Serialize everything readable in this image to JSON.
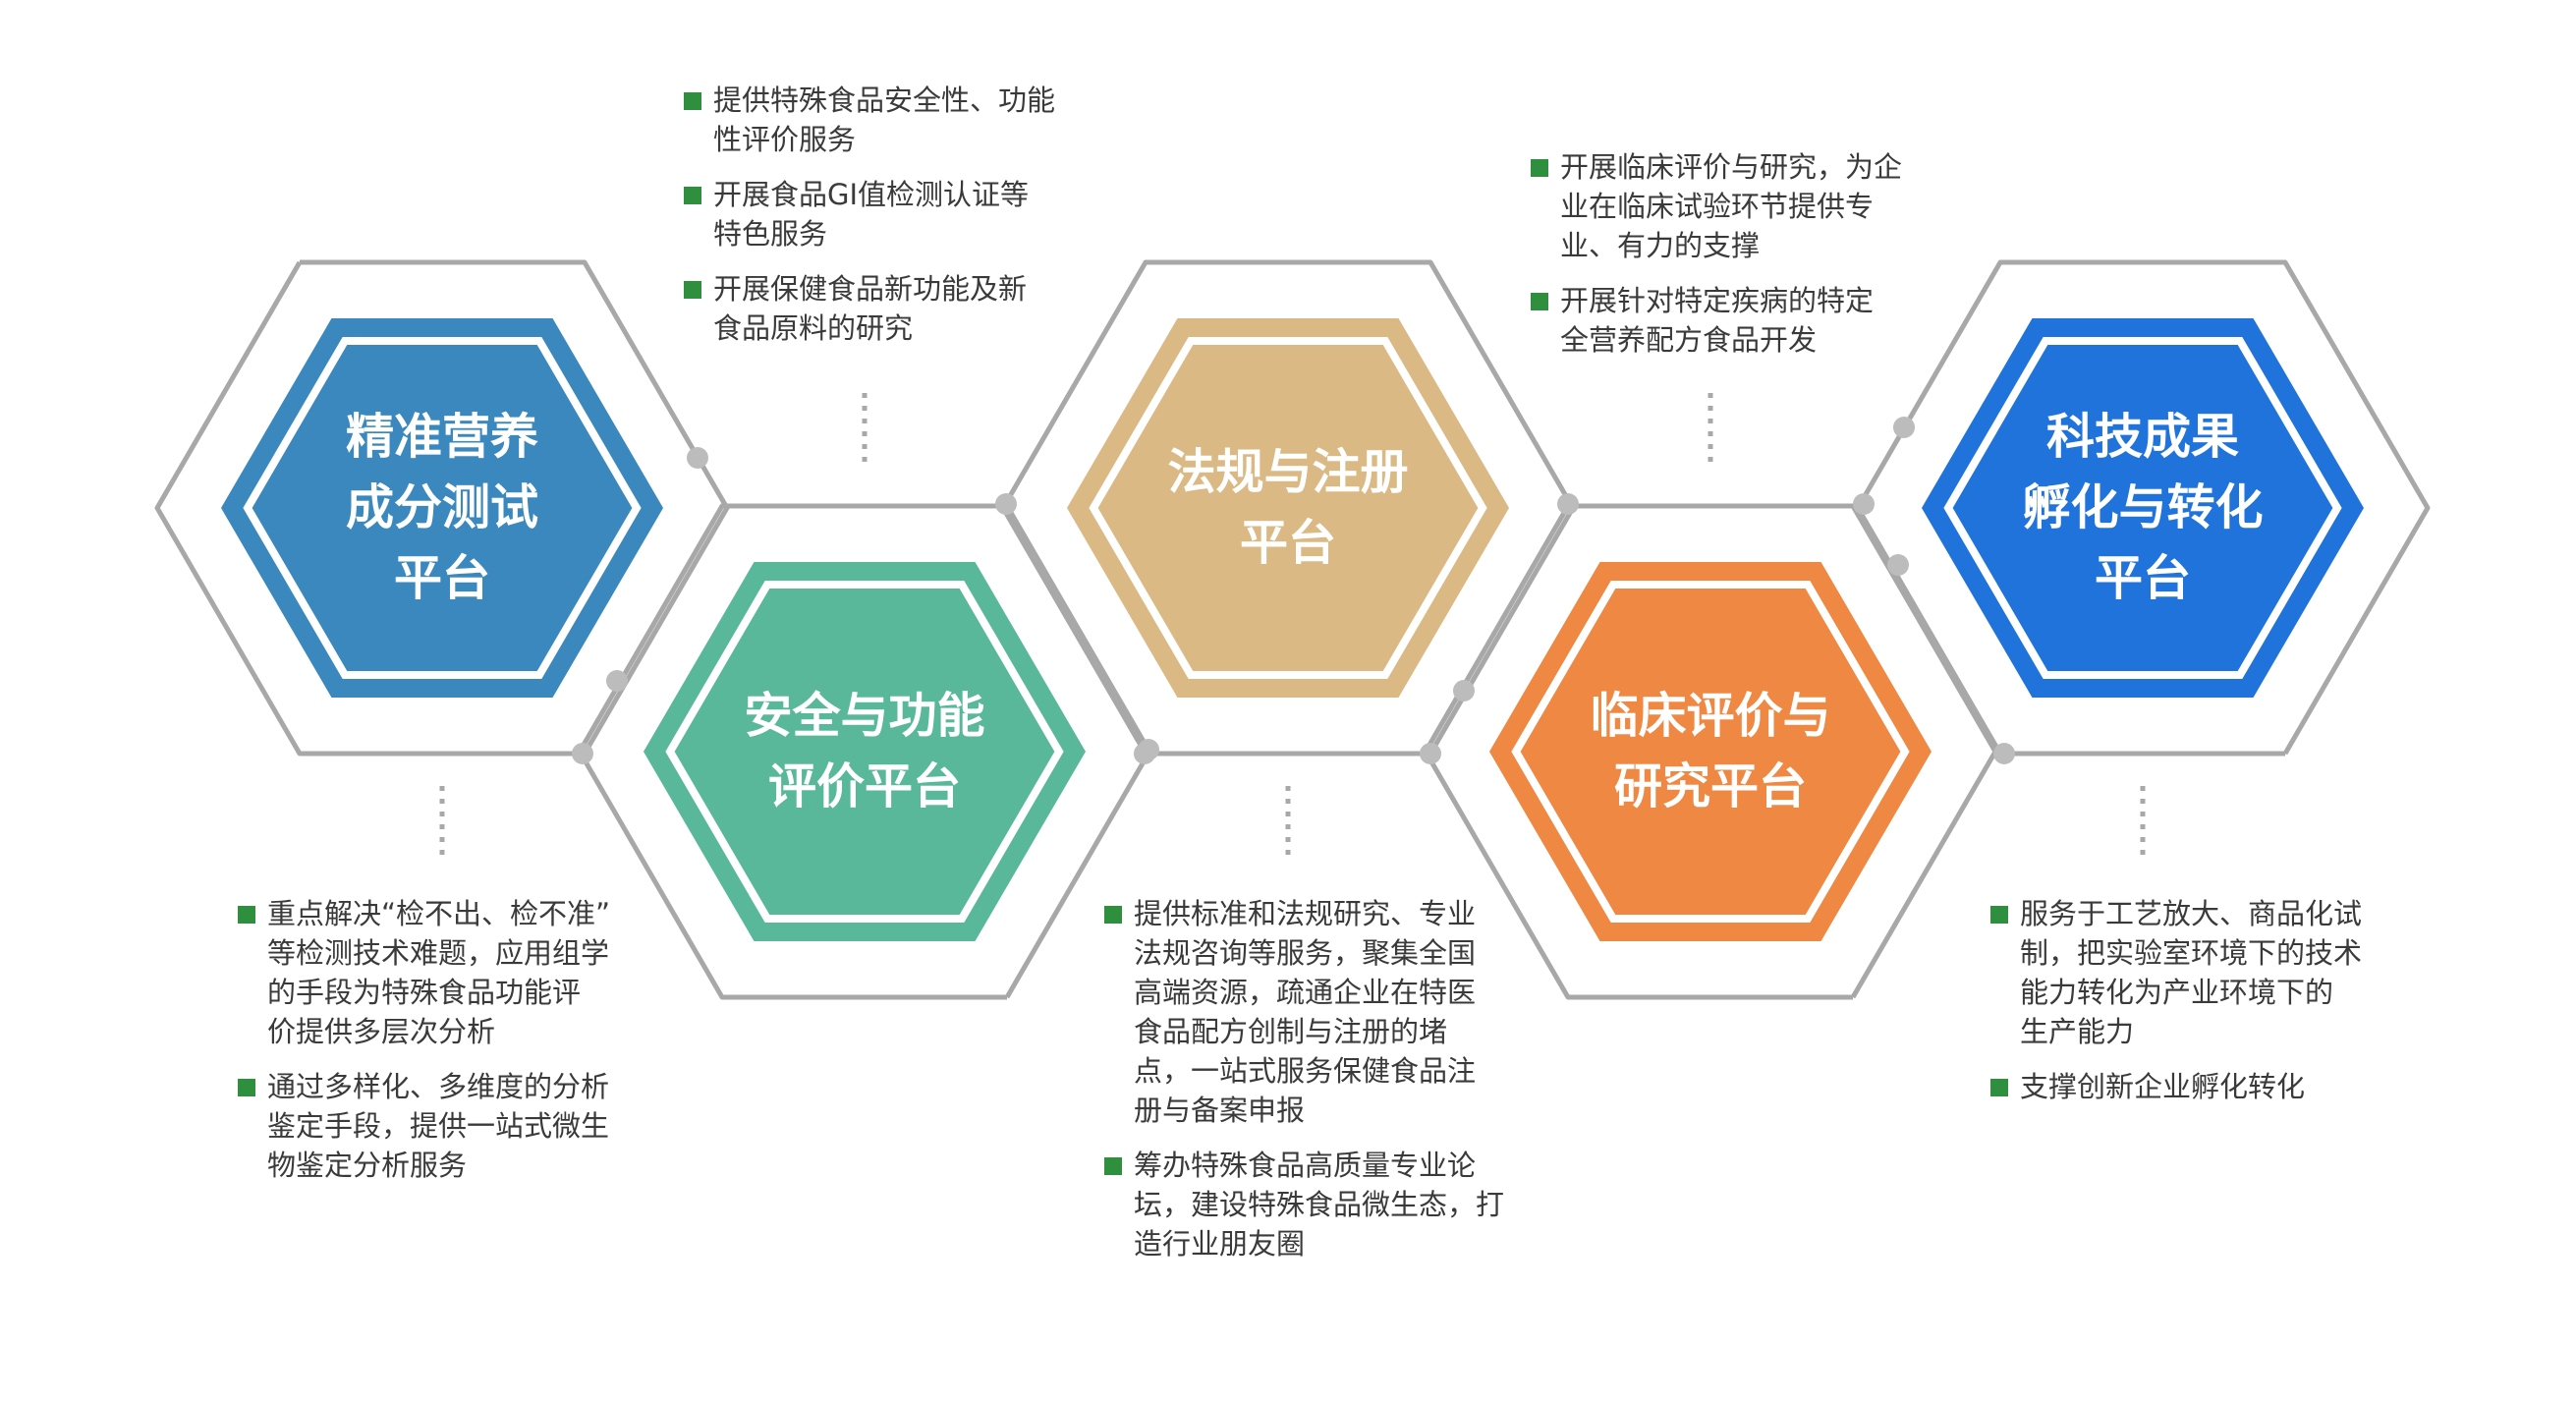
{
  "colors": {
    "outline": "#a8a8a8",
    "dots": "#bcbcbc",
    "bullet": "#2f8f3f",
    "text": "#3a3a3a"
  },
  "platforms": [
    {
      "id": "nutrition",
      "title_lines": [
        "精准营养",
        "成分测试",
        "平台"
      ],
      "color": "#3a88bd",
      "items": [
        "重点解决“检不出、检不准”\n等检测技术难题，应用组学\n的手段为特殊食品功能评\n价提供多层次分析",
        "通过多样化、多维度的分析\n鉴定手段，提供一站式微生\n物鉴定分析服务"
      ]
    },
    {
      "id": "safety",
      "title_lines": [
        "安全与功能",
        "评价平台"
      ],
      "color": "#5ab89a",
      "items": [
        "提供特殊食品安全性、功能\n性评价服务",
        "开展食品GI值检测认证等\n特色服务",
        "开展保健食品新功能及新\n食品原料的研究"
      ]
    },
    {
      "id": "regulation",
      "title_lines": [
        "法规与注册",
        "平台"
      ],
      "color": "#dbb984",
      "items": [
        "提供标准和法规研究、专业\n法规咨询等服务，聚集全国\n高端资源，疏通企业在特医\n食品配方创制与注册的堵\n点，一站式服务保健食品注\n册与备案申报",
        "筹办特殊食品高质量专业论\n坛，建设特殊食品微生态，打\n造行业朋友圈"
      ]
    },
    {
      "id": "clinical",
      "title_lines": [
        "临床评价与",
        "研究平台"
      ],
      "color": "#ee8842",
      "items": [
        "开展临床评价与研究，为企\n业在临床试验环节提供专\n业、有力的支撑",
        "开展针对特定疾病的特定\n全营养配方食品开发"
      ]
    },
    {
      "id": "incubation",
      "title_lines": [
        "科技成果",
        "孵化与转化",
        "平台"
      ],
      "color": "#1f73da",
      "items": [
        "服务于工艺放大、商品化试\n制，把实验室环境下的技术\n能力转化为产业环境下的\n生产能力",
        "支撑创新企业孵化转化"
      ]
    }
  ]
}
